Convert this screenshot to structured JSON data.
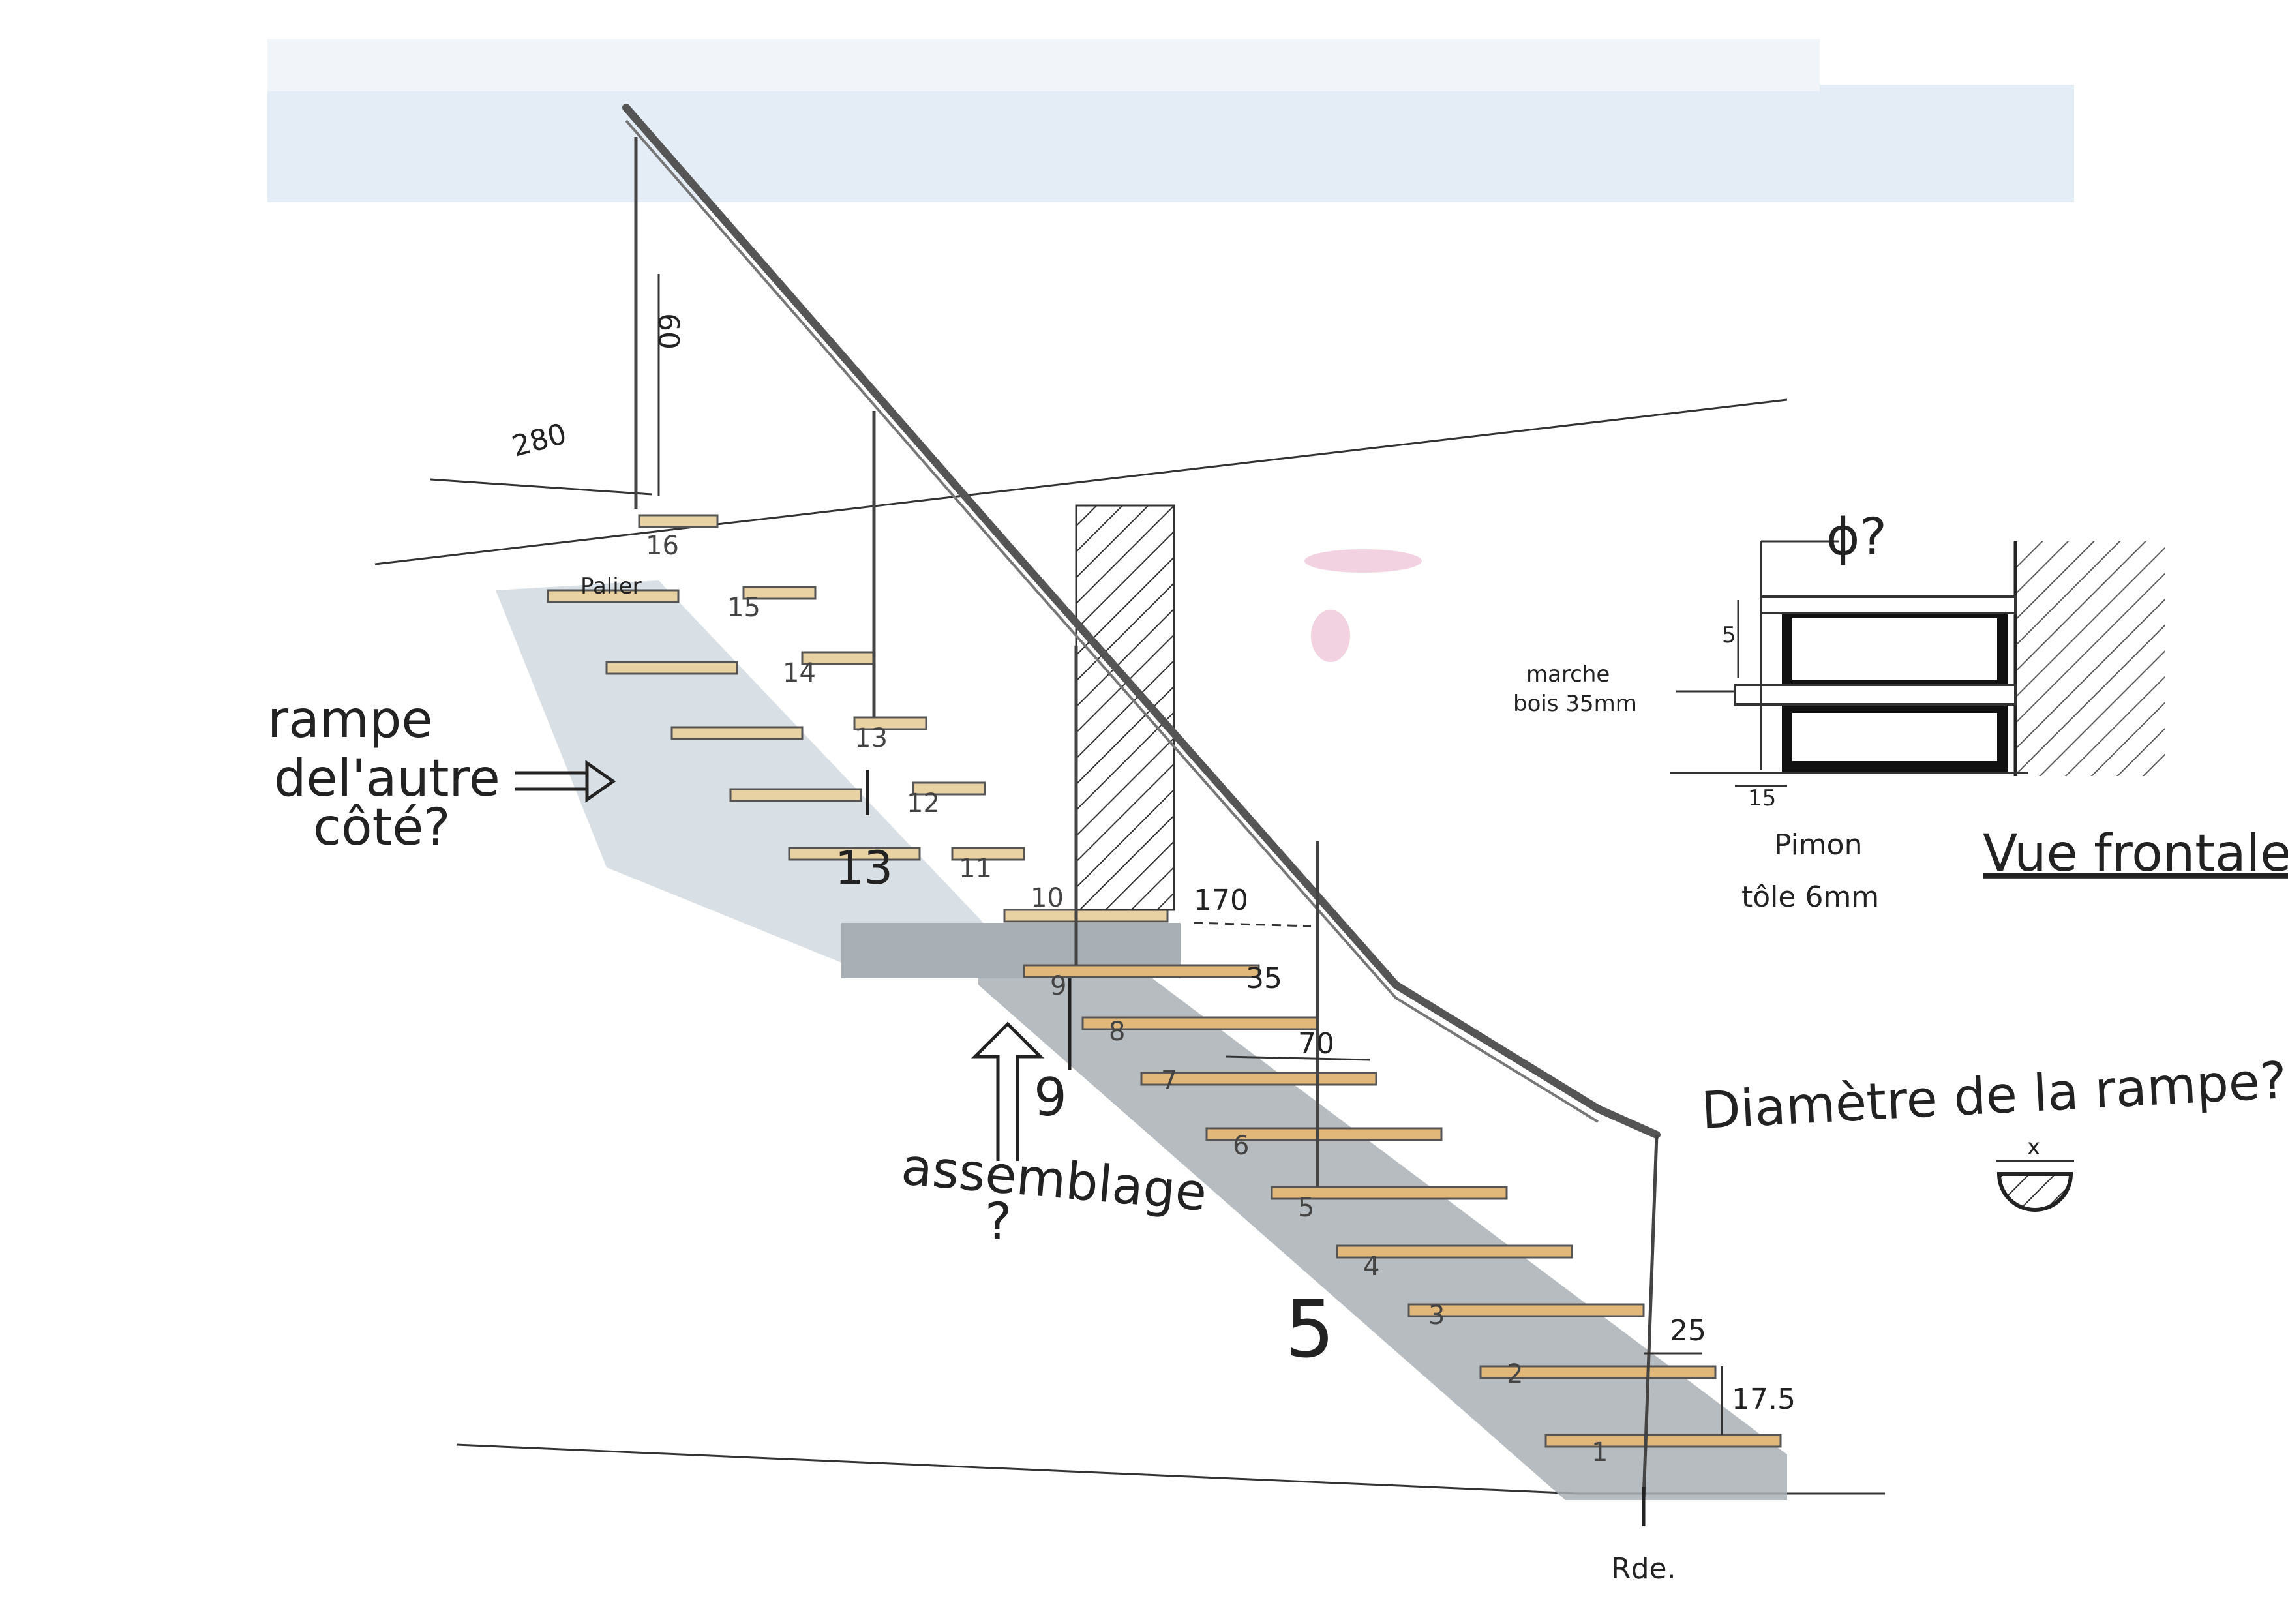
{
  "annotations": {
    "rampe_line1": "rampe",
    "rampe_line2": "del'autre",
    "rampe_line3": "côté?",
    "assemblage": "assemblage",
    "assemblage_q": "?",
    "diameter_question": "Diamètre de la rampe?",
    "diameter_symbol": "x",
    "rde": "Rde.",
    "palier": "Palier",
    "vue_frontale": "Vue frontale",
    "pimon_line1": "Pimon",
    "pimon_line2": "tôle 6mm",
    "marche_line1": "marche",
    "marche_line2": "bois 35mm",
    "phi": "ϕ?"
  },
  "dimensions": {
    "d280": "280",
    "d170": "170",
    "d35": "35",
    "d70": "70",
    "d25": "25",
    "d17_5": "17.5",
    "d60": "60",
    "d5": "5",
    "d15": "15"
  },
  "big_numbers": {
    "n13": "13",
    "n9": "9",
    "n5": "5"
  },
  "step_numbers": [
    "1",
    "2",
    "3",
    "4",
    "5",
    "6",
    "7",
    "8",
    "9",
    "10",
    "11",
    "12",
    "13",
    "14",
    "15",
    "16"
  ],
  "colors": {
    "stringer": "#a9b0b5",
    "stringer_light": "#d5dde2",
    "tread": "#e2b77a",
    "tread_upper": "#e8d1a2",
    "wall_hatch": "#333333",
    "top_band": "#e4ecf6",
    "pink_smudge": "#e6a6c2"
  }
}
